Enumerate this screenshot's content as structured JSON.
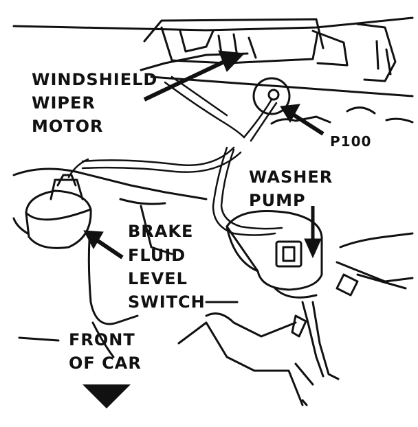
{
  "labels": {
    "windshield_wiper_motor": [
      "WINDSHIELD",
      "WIPER",
      "MOTOR"
    ],
    "p100": "P100",
    "washer_pump": [
      "WASHER",
      "PUMP"
    ],
    "brake_fluid_level_switch": [
      "BRAKE",
      "FLUID",
      "LEVEL",
      "SWITCH"
    ],
    "front_of_car": [
      "FRONT",
      "OF CAR"
    ]
  },
  "colors": {
    "ink": "#111111",
    "paper": "#ffffff"
  },
  "icons": {
    "front_arrow": "arrow-down-icon"
  }
}
